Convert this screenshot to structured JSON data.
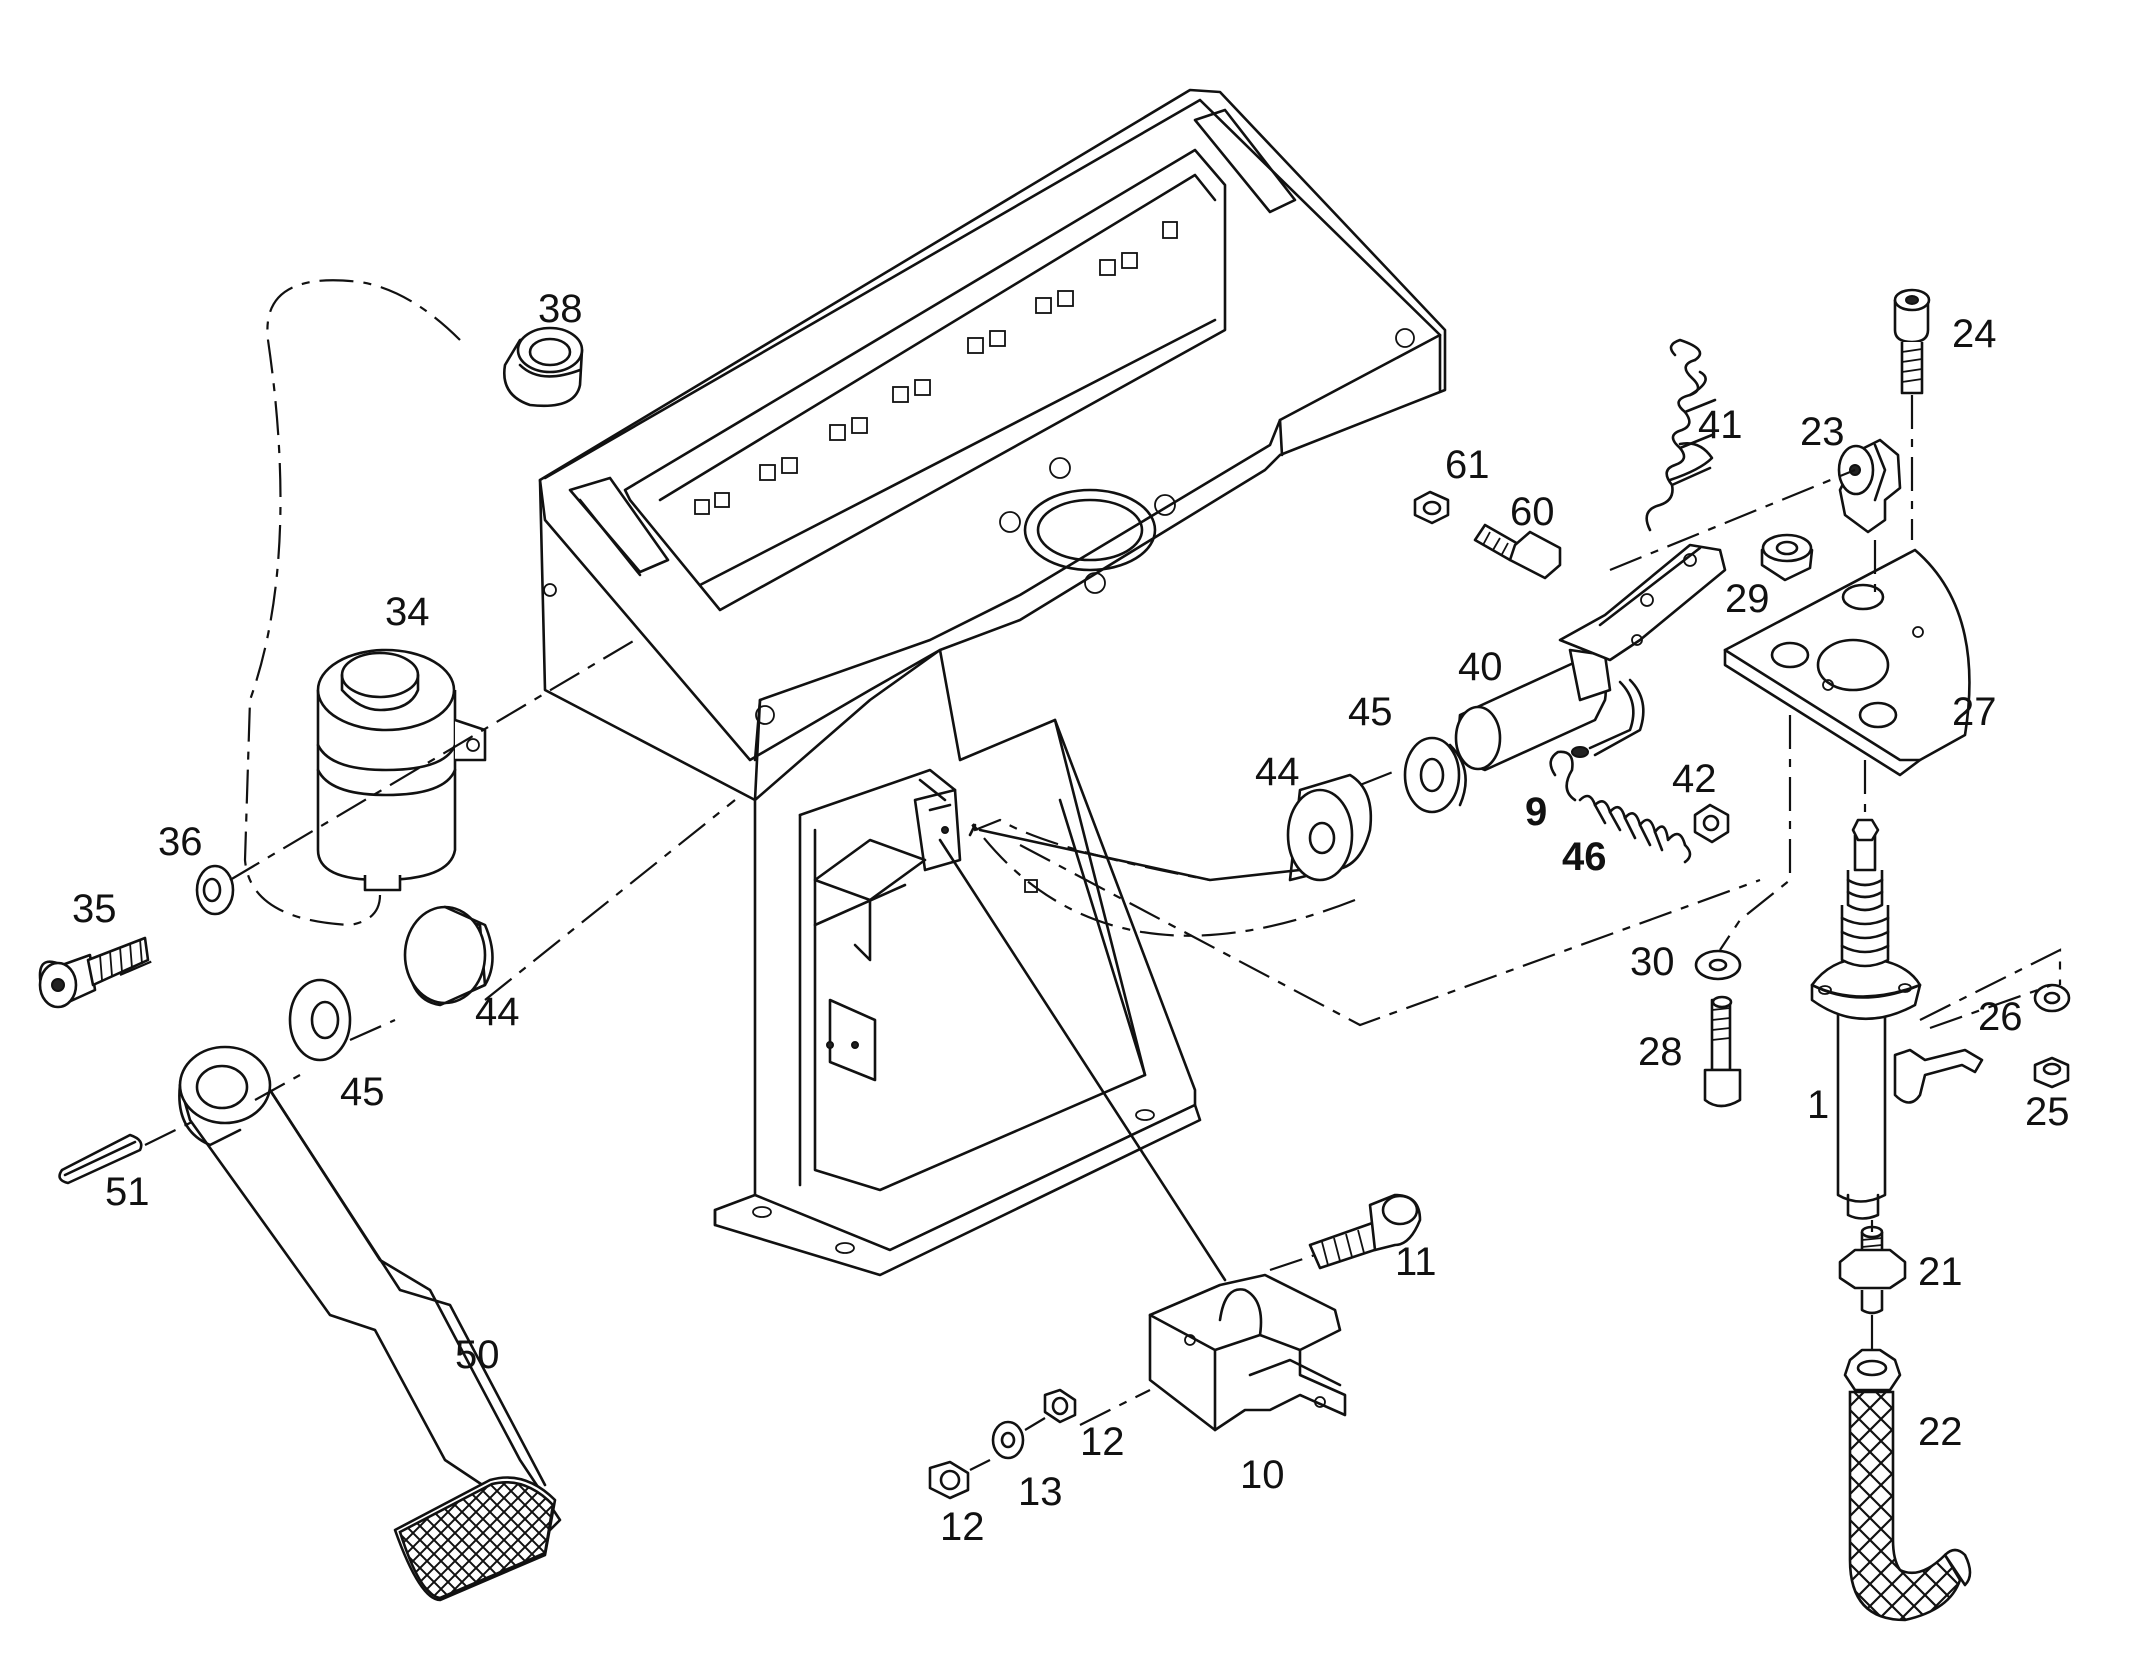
{
  "diagram": {
    "part_labels": [
      {
        "id": "p1",
        "text": "1"
      },
      {
        "id": "p9",
        "text": "9"
      },
      {
        "id": "p10",
        "text": "10"
      },
      {
        "id": "p11",
        "text": "11"
      },
      {
        "id": "p12a",
        "text": "12"
      },
      {
        "id": "p12b",
        "text": "12"
      },
      {
        "id": "p13",
        "text": "13"
      },
      {
        "id": "p21",
        "text": "21"
      },
      {
        "id": "p22",
        "text": "22"
      },
      {
        "id": "p23",
        "text": "23"
      },
      {
        "id": "p24",
        "text": "24"
      },
      {
        "id": "p25",
        "text": "25"
      },
      {
        "id": "p26",
        "text": "26"
      },
      {
        "id": "p27",
        "text": "27"
      },
      {
        "id": "p28",
        "text": "28"
      },
      {
        "id": "p29",
        "text": "29"
      },
      {
        "id": "p30",
        "text": "30"
      },
      {
        "id": "p34",
        "text": "34"
      },
      {
        "id": "p35",
        "text": "35"
      },
      {
        "id": "p36",
        "text": "36"
      },
      {
        "id": "p38",
        "text": "38"
      },
      {
        "id": "p40",
        "text": "40"
      },
      {
        "id": "p41",
        "text": "41"
      },
      {
        "id": "p42",
        "text": "42"
      },
      {
        "id": "p44a",
        "text": "44"
      },
      {
        "id": "p44b",
        "text": "44"
      },
      {
        "id": "p45a",
        "text": "45"
      },
      {
        "id": "p45b",
        "text": "45"
      },
      {
        "id": "p46",
        "text": "46"
      },
      {
        "id": "p50",
        "text": "50"
      },
      {
        "id": "p51",
        "text": "51"
      },
      {
        "id": "p60",
        "text": "60"
      },
      {
        "id": "p61",
        "text": "61"
      }
    ]
  }
}
